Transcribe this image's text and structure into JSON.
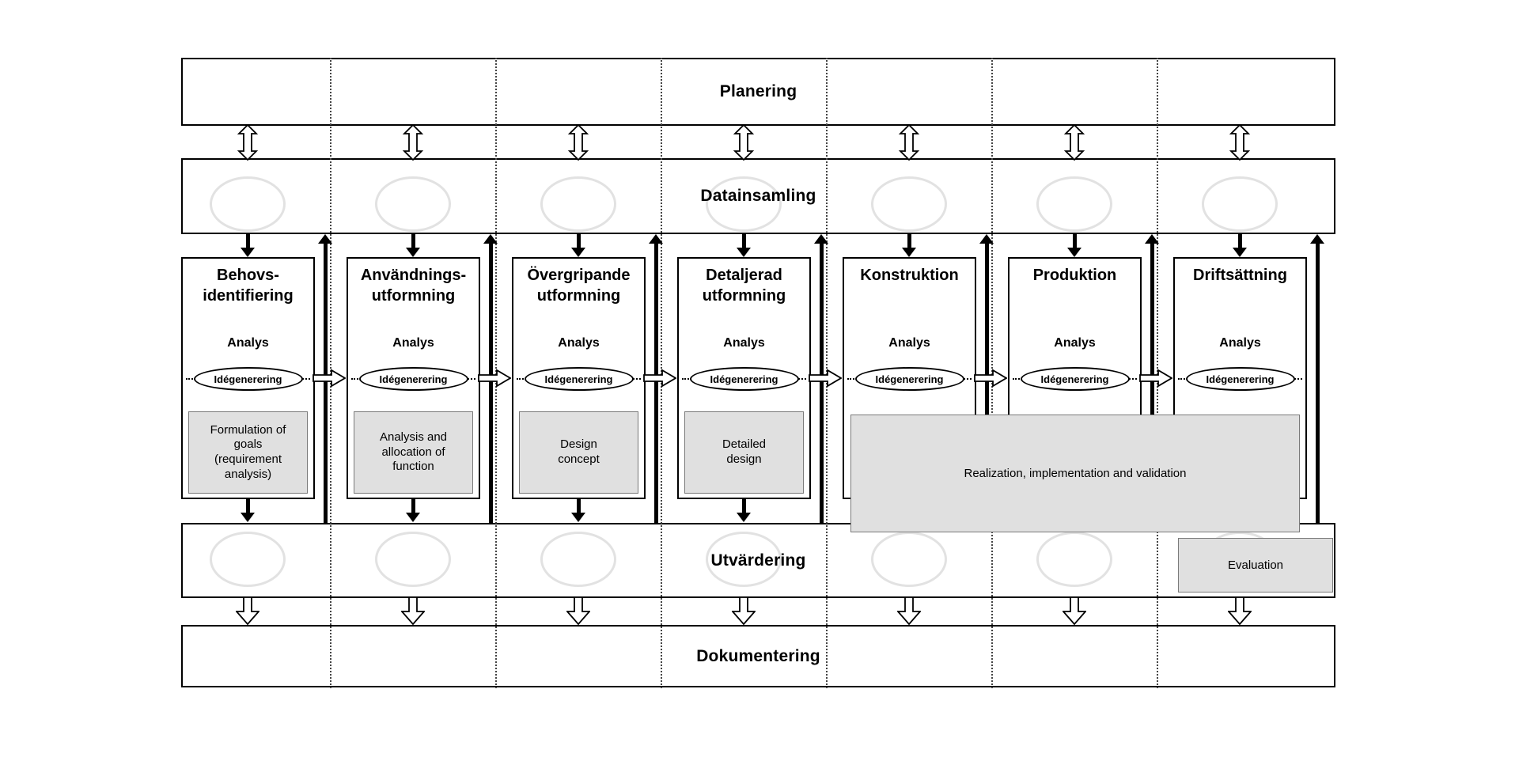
{
  "diagram": {
    "bands": {
      "planering": "Planering",
      "datainsamling": "Datainsamling",
      "utvardering": "Utvärdering",
      "dokumentering": "Dokumentering"
    },
    "phases": [
      {
        "title": "Behovs-\nidentifiering",
        "analysis": "Analys",
        "ideation": "Idégenerering",
        "activity": "Formulation of\ngoals\n(requirement\nanalysis)"
      },
      {
        "title": "Användnings-\nutformning",
        "analysis": "Analys",
        "ideation": "Idégenerering",
        "activity": "Analysis and\nallocation of\nfunction"
      },
      {
        "title": "Övergripande\nutformning",
        "analysis": "Analys",
        "ideation": "Idégenerering",
        "activity": "Design\nconcept"
      },
      {
        "title": "Detaljerad\nutformning",
        "analysis": "Analys",
        "ideation": "Idégenerering",
        "activity": "Detailed\ndesign"
      },
      {
        "title": "Konstruktion",
        "analysis": "Analys",
        "ideation": "Idégenerering"
      },
      {
        "title": "Produktion",
        "analysis": "Analys",
        "ideation": "Idégenerering"
      },
      {
        "title": "Driftsättning",
        "analysis": "Analys",
        "ideation": "Idégenerering"
      }
    ],
    "overlays": {
      "realization": "Realization, implementation and validation",
      "evaluation": "Evaluation"
    },
    "colors": {
      "line": "#000000",
      "box_fill": "#e0e0e0",
      "loop": "#e2e2e2"
    }
  }
}
